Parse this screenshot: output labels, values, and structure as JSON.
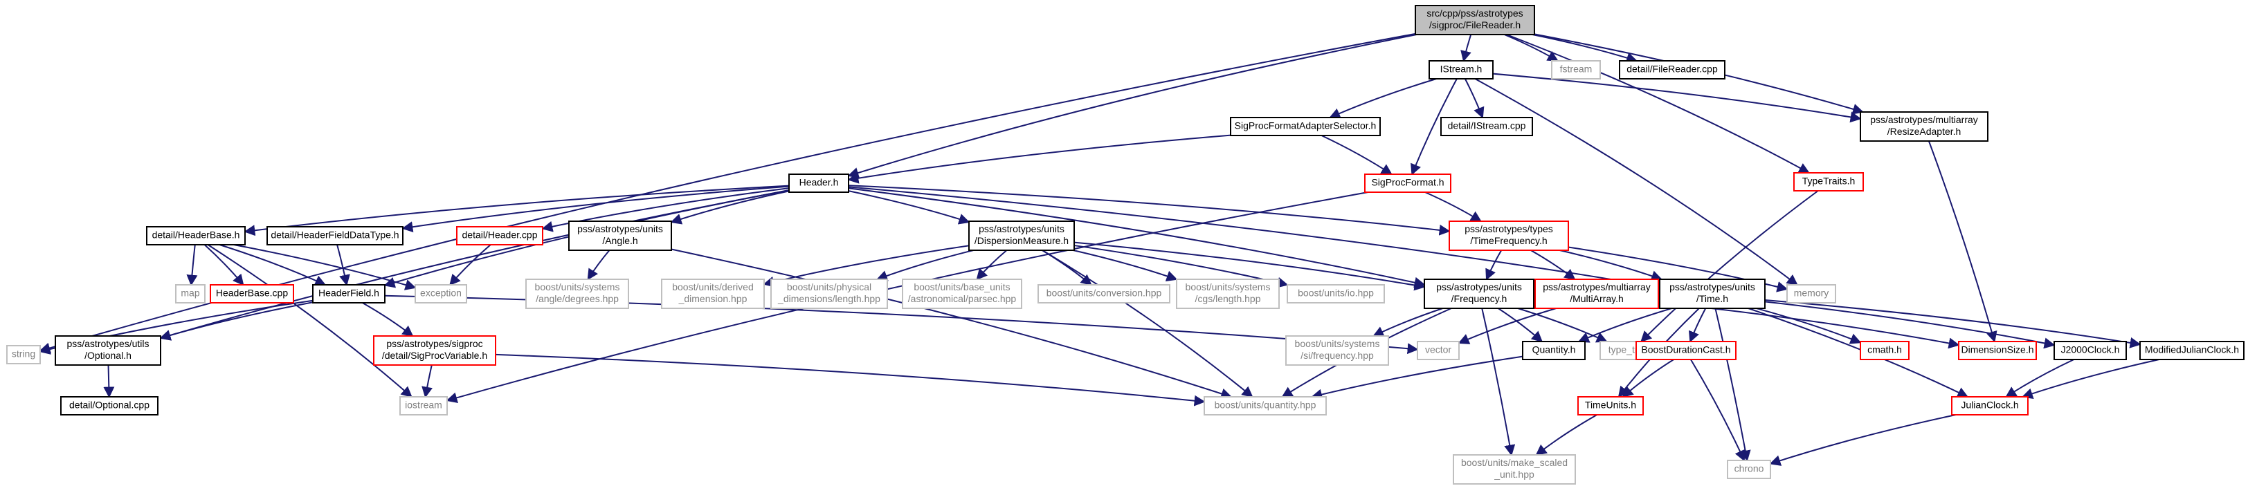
{
  "colors": {
    "edge": "#191970",
    "edge_text": "#000000",
    "box_default": "#000000",
    "box_missing_doc": "#ff0000",
    "box_external": "#bfbfbf",
    "root_fill": "#bfbfbf",
    "text_default": "#000000",
    "text_external": "#808080"
  },
  "nodes": [
    {
      "id": "root",
      "kind": "root",
      "lines": [
        "src/cpp/pss/astrotypes",
        "/sigproc/FileReader.h"
      ]
    },
    {
      "id": "istream_h",
      "kind": "doc",
      "lines": [
        "IStream.h"
      ]
    },
    {
      "id": "fstream",
      "kind": "external",
      "lines": [
        "fstream"
      ]
    },
    {
      "id": "filereader_cpp",
      "kind": "doc",
      "lines": [
        "detail/FileReader.cpp"
      ]
    },
    {
      "id": "string",
      "kind": "external",
      "lines": [
        "string"
      ]
    },
    {
      "id": "sigproc_fmt_adapter",
      "kind": "doc",
      "lines": [
        "SigProcFormatAdapterSelector.h"
      ]
    },
    {
      "id": "istream_cpp",
      "kind": "doc",
      "lines": [
        "detail/IStream.cpp"
      ]
    },
    {
      "id": "resize_adapter",
      "kind": "doc",
      "lines": [
        "pss/astrotypes/multiarray",
        "/ResizeAdapter.h"
      ]
    },
    {
      "id": "typetraits_h",
      "kind": "missing",
      "lines": [
        "TypeTraits.h"
      ]
    },
    {
      "id": "header_h",
      "kind": "doc",
      "lines": [
        "Header.h"
      ]
    },
    {
      "id": "sigprocformat_h",
      "kind": "missing",
      "lines": [
        "SigProcFormat.h"
      ]
    },
    {
      "id": "headerbase_h",
      "kind": "doc",
      "lines": [
        "detail/HeaderBase.h"
      ]
    },
    {
      "id": "headerfielddatatype",
      "kind": "doc",
      "lines": [
        "detail/HeaderFieldDataType.h"
      ]
    },
    {
      "id": "header_cpp",
      "kind": "missing",
      "lines": [
        "detail/Header.cpp"
      ]
    },
    {
      "id": "angle_h",
      "kind": "doc",
      "lines": [
        "pss/astrotypes/units",
        "/Angle.h"
      ]
    },
    {
      "id": "dispersion_h",
      "kind": "doc",
      "lines": [
        "pss/astrotypes/units",
        "/DispersionMeasure.h"
      ]
    },
    {
      "id": "timefrequency_h",
      "kind": "missing",
      "lines": [
        "pss/astrotypes/types",
        "/TimeFrequency.h"
      ]
    },
    {
      "id": "map",
      "kind": "external",
      "lines": [
        "map"
      ]
    },
    {
      "id": "headerbase_cpp",
      "kind": "missing",
      "lines": [
        "HeaderBase.cpp"
      ]
    },
    {
      "id": "headerfield_h",
      "kind": "doc",
      "lines": [
        "HeaderField.h"
      ]
    },
    {
      "id": "exception",
      "kind": "external",
      "lines": [
        "exception"
      ]
    },
    {
      "id": "angle_degrees",
      "kind": "external",
      "lines": [
        "boost/units/systems",
        "/angle/degrees.hpp"
      ]
    },
    {
      "id": "derived_dimension",
      "kind": "external",
      "lines": [
        "boost/units/derived",
        "_dimension.hpp"
      ]
    },
    {
      "id": "physical_length",
      "kind": "external",
      "lines": [
        "boost/units/physical",
        "_dimensions/length.hpp"
      ]
    },
    {
      "id": "parsec",
      "kind": "external",
      "lines": [
        "boost/units/base_units",
        "/astronomical/parsec.hpp"
      ]
    },
    {
      "id": "conversion",
      "kind": "external",
      "lines": [
        "boost/units/conversion.hpp"
      ]
    },
    {
      "id": "cgs_length",
      "kind": "external",
      "lines": [
        "boost/units/systems",
        "/cgs/length.hpp"
      ]
    },
    {
      "id": "units_io",
      "kind": "external",
      "lines": [
        "boost/units/io.hpp"
      ]
    },
    {
      "id": "frequency_h",
      "kind": "doc",
      "lines": [
        "pss/astrotypes/units",
        "/Frequency.h"
      ]
    },
    {
      "id": "multiarray_h",
      "kind": "missing",
      "lines": [
        "pss/astrotypes/multiarray",
        "/MultiArray.h"
      ]
    },
    {
      "id": "time_h",
      "kind": "doc",
      "lines": [
        "pss/astrotypes/units",
        "/Time.h"
      ]
    },
    {
      "id": "memory",
      "kind": "external",
      "lines": [
        "memory"
      ]
    },
    {
      "id": "optional_h",
      "kind": "doc",
      "lines": [
        "pss/astrotypes/utils",
        "/Optional.h"
      ]
    },
    {
      "id": "sigprocvariable_h",
      "kind": "missing",
      "lines": [
        "pss/astrotypes/sigproc",
        "/detail/SigProcVariable.h"
      ]
    },
    {
      "id": "si_frequency",
      "kind": "external",
      "lines": [
        "boost/units/systems",
        "/si/frequency.hpp"
      ]
    },
    {
      "id": "vector",
      "kind": "external",
      "lines": [
        "vector"
      ]
    },
    {
      "id": "quantity_h",
      "kind": "doc",
      "lines": [
        "Quantity.h"
      ]
    },
    {
      "id": "type_traits",
      "kind": "external",
      "lines": [
        "type_traits"
      ]
    },
    {
      "id": "boostdurationcast",
      "kind": "missing",
      "lines": [
        "BoostDurationCast.h"
      ]
    },
    {
      "id": "cmath_h",
      "kind": "missing",
      "lines": [
        "cmath.h"
      ]
    },
    {
      "id": "dimensionsize_h",
      "kind": "missing",
      "lines": [
        "DimensionSize.h"
      ]
    },
    {
      "id": "j2000clock",
      "kind": "doc",
      "lines": [
        "J2000Clock.h"
      ]
    },
    {
      "id": "modjulianclock",
      "kind": "doc",
      "lines": [
        "ModifiedJulianClock.h"
      ]
    },
    {
      "id": "optional_cpp",
      "kind": "doc",
      "lines": [
        "detail/Optional.cpp"
      ]
    },
    {
      "id": "iostream",
      "kind": "external",
      "lines": [
        "iostream"
      ]
    },
    {
      "id": "quantity_hpp",
      "kind": "external",
      "lines": [
        "boost/units/quantity.hpp"
      ]
    },
    {
      "id": "timeunits_h",
      "kind": "missing",
      "lines": [
        "TimeUnits.h"
      ]
    },
    {
      "id": "make_scaled_unit",
      "kind": "external",
      "lines": [
        "boost/units/make_scaled",
        "_unit.hpp"
      ]
    },
    {
      "id": "chrono",
      "kind": "external",
      "lines": [
        "chrono"
      ]
    },
    {
      "id": "julianclock_h",
      "kind": "missing",
      "lines": [
        "JulianClock.h"
      ]
    }
  ],
  "edges": [
    [
      "root",
      "istream_h"
    ],
    [
      "root",
      "fstream"
    ],
    [
      "root",
      "filereader_cpp"
    ],
    [
      "root",
      "string"
    ],
    [
      "root",
      "header_h"
    ],
    [
      "root",
      "typetraits_h"
    ],
    [
      "root",
      "resize_adapter"
    ],
    [
      "istream_h",
      "sigproc_fmt_adapter"
    ],
    [
      "istream_h",
      "istream_cpp"
    ],
    [
      "istream_h",
      "resize_adapter"
    ],
    [
      "istream_h",
      "sigprocformat_h"
    ],
    [
      "istream_h",
      "memory"
    ],
    [
      "sigproc_fmt_adapter",
      "header_h"
    ],
    [
      "sigproc_fmt_adapter",
      "sigprocformat_h"
    ],
    [
      "resize_adapter",
      "dimensionsize_h"
    ],
    [
      "typetraits_h",
      "type_traits"
    ],
    [
      "sigprocformat_h",
      "timefrequency_h"
    ],
    [
      "sigprocformat_h",
      "iostream"
    ],
    [
      "header_h",
      "headerbase_h"
    ],
    [
      "header_h",
      "headerfielddatatype"
    ],
    [
      "header_h",
      "header_cpp"
    ],
    [
      "header_h",
      "angle_h"
    ],
    [
      "header_h",
      "dispersion_h"
    ],
    [
      "header_h",
      "timefrequency_h"
    ],
    [
      "header_h",
      "headerfield_h"
    ],
    [
      "header_h",
      "optional_h"
    ],
    [
      "header_h",
      "frequency_h"
    ],
    [
      "header_h",
      "time_h"
    ],
    [
      "headerbase_h",
      "map"
    ],
    [
      "headerbase_h",
      "headerbase_cpp"
    ],
    [
      "headerbase_h",
      "headerfield_h"
    ],
    [
      "headerbase_h",
      "exception"
    ],
    [
      "headerbase_h",
      "iostream"
    ],
    [
      "headerfielddatatype",
      "headerfield_h"
    ],
    [
      "header_cpp",
      "exception"
    ],
    [
      "angle_h",
      "angle_degrees"
    ],
    [
      "angle_h",
      "quantity_hpp"
    ],
    [
      "dispersion_h",
      "derived_dimension"
    ],
    [
      "dispersion_h",
      "physical_length"
    ],
    [
      "dispersion_h",
      "parsec"
    ],
    [
      "dispersion_h",
      "conversion"
    ],
    [
      "dispersion_h",
      "cgs_length"
    ],
    [
      "dispersion_h",
      "units_io"
    ],
    [
      "dispersion_h",
      "frequency_h"
    ],
    [
      "dispersion_h",
      "quantity_hpp"
    ],
    [
      "timefrequency_h",
      "frequency_h"
    ],
    [
      "timefrequency_h",
      "multiarray_h"
    ],
    [
      "timefrequency_h",
      "time_h"
    ],
    [
      "timefrequency_h",
      "memory"
    ],
    [
      "headerfield_h",
      "string"
    ],
    [
      "headerfield_h",
      "optional_h"
    ],
    [
      "headerfield_h",
      "sigprocvariable_h"
    ],
    [
      "headerfield_h",
      "vector"
    ],
    [
      "frequency_h",
      "si_frequency"
    ],
    [
      "frequency_h",
      "quantity_h"
    ],
    [
      "frequency_h",
      "type_traits"
    ],
    [
      "frequency_h",
      "quantity_hpp"
    ],
    [
      "frequency_h",
      "make_scaled_unit"
    ],
    [
      "multiarray_h",
      "vector"
    ],
    [
      "multiarray_h",
      "dimensionsize_h"
    ],
    [
      "time_h",
      "quantity_h"
    ],
    [
      "time_h",
      "boostdurationcast"
    ],
    [
      "time_h",
      "cmath_h"
    ],
    [
      "time_h",
      "timeunits_h"
    ],
    [
      "time_h",
      "j2000clock"
    ],
    [
      "time_h",
      "modjulianclock"
    ],
    [
      "time_h",
      "julianclock_h"
    ],
    [
      "time_h",
      "chrono"
    ],
    [
      "optional_h",
      "optional_cpp"
    ],
    [
      "sigprocvariable_h",
      "iostream"
    ],
    [
      "sigprocvariable_h",
      "quantity_hpp"
    ],
    [
      "quantity_h",
      "quantity_hpp"
    ],
    [
      "boostdurationcast",
      "timeunits_h"
    ],
    [
      "boostdurationcast",
      "chrono"
    ],
    [
      "timeunits_h",
      "make_scaled_unit"
    ],
    [
      "j2000clock",
      "julianclock_h"
    ],
    [
      "modjulianclock",
      "julianclock_h"
    ],
    [
      "julianclock_h",
      "chrono"
    ]
  ]
}
